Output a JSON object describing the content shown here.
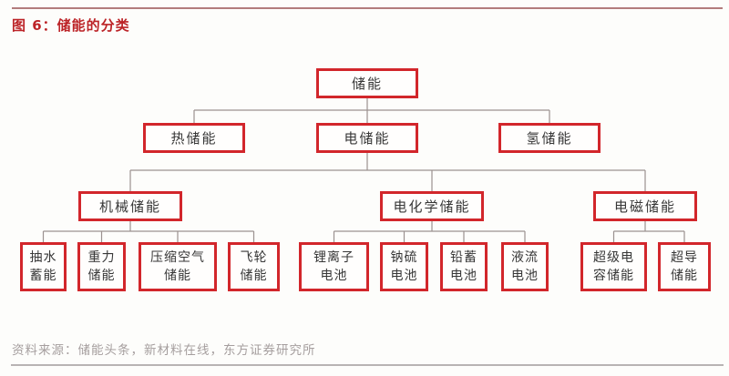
{
  "title": "图 6：储能的分类",
  "source_note": "资料来源：储能头条，新材料在线，东方证券研究所",
  "colors": {
    "box_border": "#d2262b",
    "title_red": "#bc2327",
    "connector_gray": "#9b9290",
    "top_rule": "#b27c7c",
    "bottom_rule": "#b8b3b3",
    "source_text": "#a59e9e"
  },
  "tree": {
    "root": {
      "label": "储能"
    },
    "level2": [
      {
        "label": "热储能",
        "parent": "储能"
      },
      {
        "label": "电储能",
        "parent": "储能"
      },
      {
        "label": "氢储能",
        "parent": "储能"
      }
    ],
    "level3": [
      {
        "label": "机械储能",
        "parent": "电储能"
      },
      {
        "label": "电化学储能",
        "parent": "电储能"
      },
      {
        "label": "电磁储能",
        "parent": "电储能"
      }
    ],
    "level4": {
      "mechanical": [
        {
          "label": "抽水\n蓄能",
          "parent": "机械储能"
        },
        {
          "label": "重力\n储能",
          "parent": "机械储能"
        },
        {
          "label": "压缩空气\n储能",
          "parent": "机械储能"
        },
        {
          "label": "飞轮\n储能",
          "parent": "机械储能"
        }
      ],
      "electrochemical": [
        {
          "label": "锂离子\n电池",
          "parent": "电化学储能"
        },
        {
          "label": "钠硫\n电池",
          "parent": "电化学储能"
        },
        {
          "label": "铅蓄\n电池",
          "parent": "电化学储能"
        },
        {
          "label": "液流\n电池",
          "parent": "电化学储能"
        }
      ],
      "electromagnetic": [
        {
          "label": "超级电\n容储能",
          "parent": "电磁储能"
        },
        {
          "label": "超导\n储能",
          "parent": "电磁储能"
        }
      ]
    }
  }
}
